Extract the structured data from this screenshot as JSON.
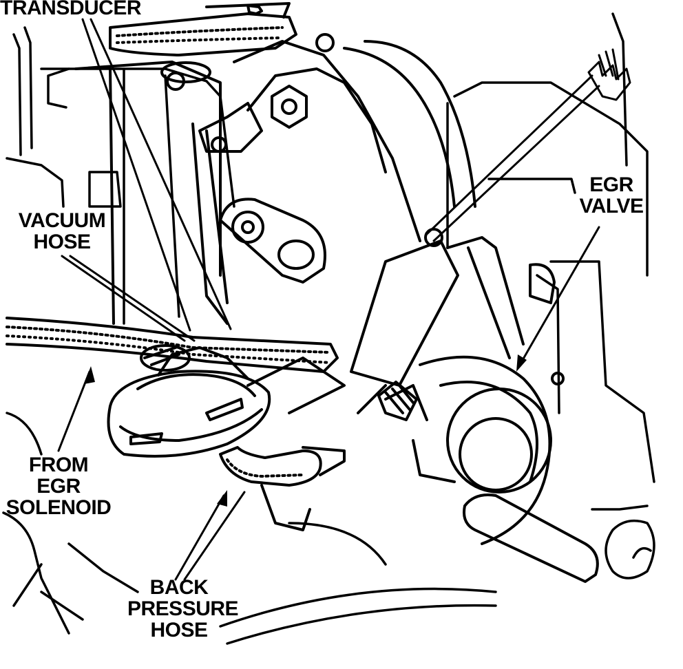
{
  "labels": {
    "transducer": [
      "TRANSDUCER"
    ],
    "vacuum_hose": [
      "VACUUM",
      "HOSE"
    ],
    "egr_valve": [
      "EGR",
      "VALVE"
    ],
    "from_egr_solenoid": [
      "FROM",
      "EGR",
      "SOLENOID"
    ],
    "back_pressure_hose": [
      "BACK",
      "PRESSURE",
      "HOSE"
    ]
  },
  "colors": {
    "ink": "#000000",
    "paper": "#ffffff"
  }
}
